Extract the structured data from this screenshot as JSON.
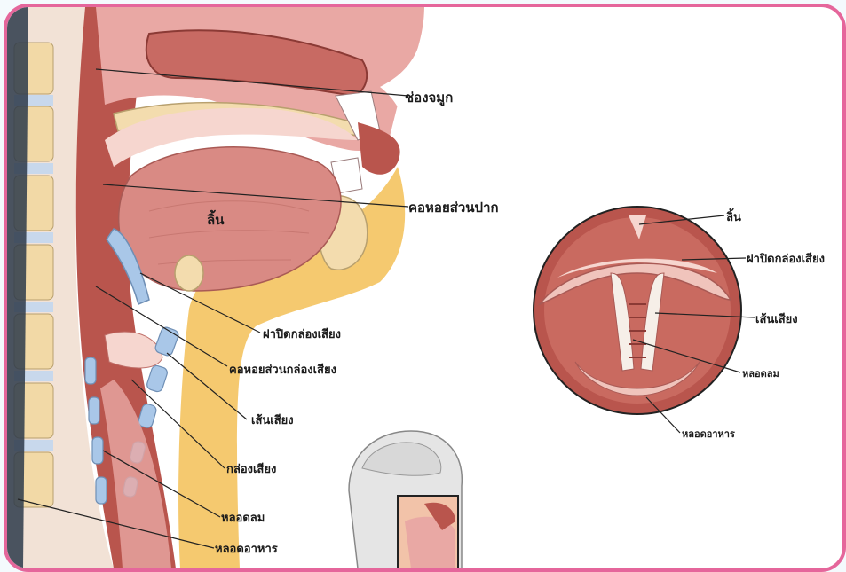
{
  "colors": {
    "frame_border": "#e5669b",
    "muscle": "#b9554d",
    "tissue_pink": "#e9a8a4",
    "tongue": "#d98a84",
    "bone": "#f3dcae",
    "fat_yellow": "#f5c96f",
    "cartilage_blue": "#a9c7e8"
  },
  "labels": {
    "nasal_cavity": "ช่องจมูก",
    "oral_pharynx": "คอหอยส่วนปาก",
    "tongue": "ลิ้น",
    "epiglottis": "ฝาปิดกล่องเสียง",
    "laryngopharynx": "คอหอยส่วนกล่องเสียง",
    "vocal_cords": "เส้นเสียง",
    "larynx": "กล่องเสียง",
    "trachea": "หลอดลม",
    "esophagus": "หลอดอาหาร"
  },
  "inset_labels": {
    "tongue": "ลิ้น",
    "epiglottis": "ฝาปิดกล่องเสียง",
    "vocal_cords": "เส้นเสียง",
    "trachea": "หลอดลม",
    "esophagus": "หลอดอาหาร"
  }
}
